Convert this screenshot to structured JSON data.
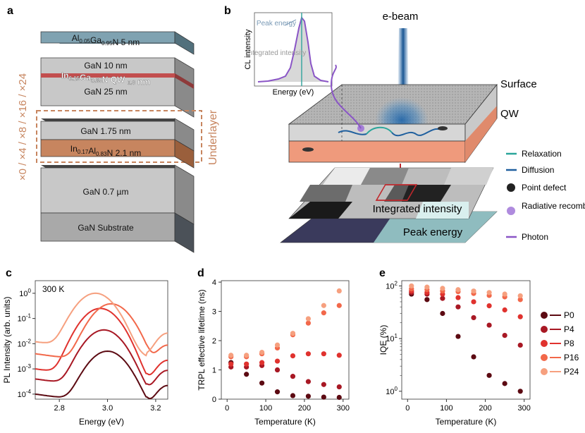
{
  "colors": {
    "accent": "#c7855f",
    "relaxation": "#2aa59a",
    "diffusion": "#1f5f9e",
    "radiative": "#9b6ed6",
    "photon": "#8a55c6",
    "qw_layer": "#ef9a7c",
    "series": [
      "#5c0a12",
      "#a81824",
      "#e0322e",
      "#f2684a",
      "#f6a07f"
    ]
  },
  "panel_a": {
    "label": "a",
    "layers": {
      "algan": "Al0.05Ga0.95N  5 nm",
      "gan_top": "GaN  10 nm",
      "ingan_qw": "In0.15Ga0.85N  QW  0.8 nm",
      "gan_25": "GaN  25 nm",
      "gan_175": "GaN  1.75 nm",
      "inaln": "In0.17Al0.83N  2.1 nm",
      "gan_07": "GaN  0.7 µm",
      "substrate": "GaN Substrate"
    },
    "underlayer_label": "Underlayer",
    "repeat_label": "×0 / ×4 / ×8 / ×16 / ×24"
  },
  "panel_b": {
    "label": "b",
    "ebeam": "e-beam",
    "surface": "Surface",
    "qw": "QW",
    "integrated_intensity_map": "Integrated intensity",
    "peak_energy_map": "Peak energy",
    "inset": {
      "ylabel": "CL intensity",
      "xlabel": "Energy (eV)",
      "peak_energy": "Peak energy",
      "integrated_intensity": "Integrated intensity"
    },
    "legend": [
      "Relaxation",
      "Diffusion",
      "Point defect",
      "Radiative recombination",
      "Photon"
    ]
  },
  "chart_data": [
    {
      "panel": "c",
      "type": "line",
      "annotation": "300 K",
      "xlabel": "Energy (eV)",
      "ylabel": "PL Intensity (arb. units)",
      "xlim": [
        2.7,
        3.25
      ],
      "ylim_log10": [
        -4.2,
        0.5
      ],
      "yscale": "log",
      "xticks": [
        2.8,
        3.0,
        3.2
      ],
      "yticks": [
        "10^-4",
        "10^-3",
        "10^-2",
        "10^-1",
        "10^0"
      ],
      "series": [
        {
          "peak_energy": 3.0,
          "peak_value": 0.005,
          "baseline": 0.0001
        },
        {
          "peak_energy": 2.985,
          "peak_value": 0.035,
          "baseline": 0.0004
        },
        {
          "peak_energy": 2.97,
          "peak_value": 0.25,
          "baseline": 0.001
        },
        {
          "peak_energy": 3.015,
          "peak_value": 0.38,
          "baseline": 0.004
        },
        {
          "peak_energy": 2.95,
          "peak_value": 1.0,
          "baseline": 0.012
        }
      ]
    },
    {
      "panel": "d",
      "type": "scatter",
      "xlabel": "Temperature (K)",
      "ylabel": "TRPL effective lifetime (ns)",
      "xlim": [
        -15,
        315
      ],
      "ylim": [
        0,
        4.05
      ],
      "xticks": [
        0,
        100,
        200,
        300
      ],
      "yticks": [
        0,
        1,
        2,
        3,
        4
      ],
      "x": [
        10,
        50,
        90,
        130,
        170,
        210,
        250,
        290
      ],
      "series": [
        {
          "values": [
            1.25,
            0.85,
            0.55,
            0.25,
            0.12,
            0.1,
            0.07,
            0.06
          ]
        },
        {
          "values": [
            1.1,
            1.1,
            1.15,
            1.0,
            0.78,
            0.6,
            0.5,
            0.42
          ]
        },
        {
          "values": [
            1.2,
            1.2,
            1.25,
            1.3,
            1.48,
            1.55,
            1.55,
            1.5
          ]
        },
        {
          "values": [
            1.45,
            1.45,
            1.55,
            1.75,
            2.2,
            2.6,
            2.95,
            3.2
          ]
        },
        {
          "values": [
            1.5,
            1.5,
            1.6,
            1.85,
            2.25,
            2.75,
            3.2,
            3.7
          ]
        }
      ]
    },
    {
      "panel": "e",
      "type": "scatter",
      "xlabel": "Temperature (K)",
      "ylabel": "IQE (%)",
      "xlim": [
        -15,
        315
      ],
      "yscale": "log",
      "ylim_log10": [
        -0.15,
        2.1
      ],
      "xticks": [
        0,
        100,
        200,
        300
      ],
      "yticks": [
        "10^0",
        "10^1",
        "10^2"
      ],
      "x": [
        10,
        50,
        90,
        130,
        170,
        210,
        250,
        290
      ],
      "series": [
        {
          "name": "P0",
          "values": [
            70,
            55,
            30,
            11,
            4.5,
            2.0,
            1.4,
            1.0
          ]
        },
        {
          "name": "P4",
          "values": [
            75,
            70,
            58,
            40,
            25,
            18,
            11.5,
            7.5
          ]
        },
        {
          "name": "P8",
          "values": [
            80,
            75,
            70,
            60,
            50,
            42,
            35,
            26
          ]
        },
        {
          "name": "P16",
          "values": [
            88,
            85,
            80,
            78,
            72,
            66,
            62,
            55
          ]
        },
        {
          "name": "P24",
          "values": [
            100,
            95,
            90,
            85,
            80,
            75,
            70,
            65
          ]
        }
      ]
    }
  ]
}
